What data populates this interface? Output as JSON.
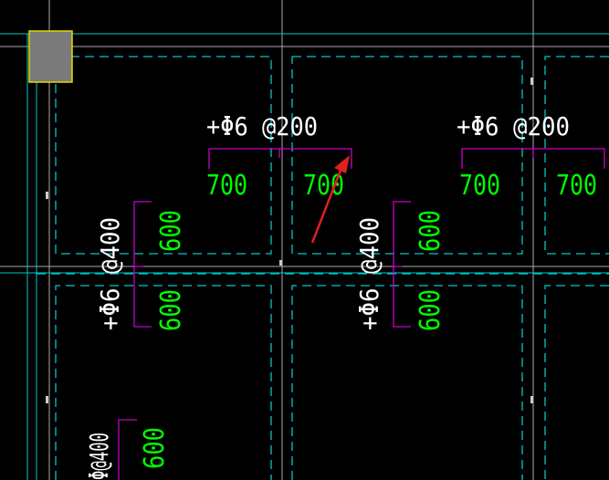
{
  "drawing": {
    "background": "#000000",
    "colors": {
      "grid": "#aaaaaa",
      "beam": "#00c8c8",
      "dimension": "#c800c8",
      "dimension_text": "#00ff00",
      "label_text": "#ffffff",
      "arrow": "#e02020",
      "selection_fill": "#7a7a7a",
      "selection_border": "#e8d800"
    },
    "labels": {
      "rebar_top_left": "+Φ6 @200",
      "rebar_top_right": "+Φ6 @200",
      "rebar_vertical_left": "+Φ6 @400",
      "rebar_vertical_mid": "+Φ6 @400",
      "rebar_vertical_bottom": "Φ@400"
    },
    "dimensions": {
      "dim_700_a": "700",
      "dim_700_b": "700",
      "dim_700_c": "700",
      "dim_700_d": "700",
      "dim_600_a": "600",
      "dim_600_b": "600",
      "dim_600_c": "600",
      "dim_600_d": "600",
      "dim_600_e": "600"
    },
    "icons": {
      "selection_grip": "square-grip-icon",
      "pointer": "red-arrow-icon"
    }
  }
}
